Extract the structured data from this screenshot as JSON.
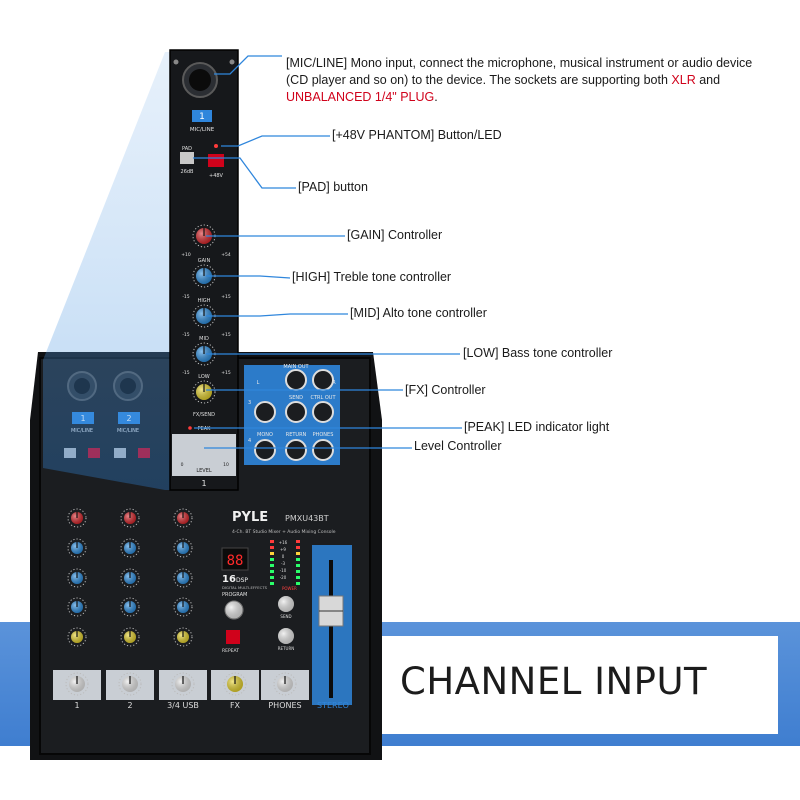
{
  "callouts": {
    "mic_line": {
      "line1": "[MIC/LINE] Mono input, connect the microphone, musical instrument or audio device",
      "line2_pre": "(CD player and so on) to the device. The sockets are supporting both ",
      "xlr": "XLR",
      "line2_post": " and",
      "unbalanced": "UNBALANCED 1/4\" PLUG",
      "period": "."
    },
    "phantom": "[+48V PHANTOM] Button/LED",
    "pad": "[PAD] button",
    "gain": "[GAIN] Controller",
    "high": "[HIGH] Treble tone controller",
    "mid": "[MID] Alto tone controller",
    "low": "[LOW] Bass tone controller",
    "fx": "[FX] Controller",
    "peak": "[PEAK] LED indicator light",
    "level": "Level Controller"
  },
  "banner": {
    "text": "CHANNEL INPUT"
  },
  "strip": {
    "channel_number": "1",
    "mic_line_label": "MIC/LINE",
    "pad_label": "PAD",
    "pad_db": "26dB",
    "phantom_label": "+48V",
    "gain_label": "GAIN",
    "gain_min": "+10",
    "gain_max": "+54",
    "high_label": "HIGH",
    "mid_label": "MID",
    "low_label": "LOW",
    "fx_label": "FX/SEND",
    "peak_label": "PEAK",
    "level_label": "LEVEL",
    "level_min": "0",
    "level_max": "10",
    "eq_min": "-15",
    "eq_max": "+15",
    "footer_number": "1"
  },
  "mixer": {
    "brand": "PYLE",
    "model": "PMXU43BT",
    "description1": "4-Ch. BT Studio Mixer + Audio Mixing Console",
    "dsp_count": "16",
    "dsp_label": "DSP",
    "dsp_sub": "DIGITAL MULTI-EFFECTS",
    "program_label": "PROGRAM",
    "repeat_label": "REPEAT",
    "display_value": "88",
    "power_label": "POWER",
    "send_label": "SEND",
    "return_label": "RETURN",
    "phones_label": "PHONES",
    "stereo_label": "STEREO",
    "main_out_label": "MAIN OUT",
    "ctrl_out_label": "CTRL OUT",
    "mono_label": "MONO",
    "fx_label": "FX",
    "channels": [
      {
        "num": "1",
        "input_label": "MIC/LINE",
        "footer": "1"
      },
      {
        "num": "2",
        "input_label": "MIC/LINE",
        "footer": "2"
      },
      {
        "num": "3/4",
        "input_label": "",
        "footer": "3/4 USB"
      }
    ],
    "ch3": "3",
    "ch4": "4",
    "l_label": "L",
    "r_label": "R",
    "meter_ticks": [
      "+16",
      "+9",
      "0",
      "-3",
      "-10",
      "-20"
    ]
  },
  "colors": {
    "panel": "#151719",
    "highlight": "#2f86dc",
    "highlight_light": "#9cc4ee",
    "banner": "#5b93da",
    "gain_knob": "#d8262b",
    "eq_knob": "#2d8fe0",
    "fx_knob": "#e6d22c",
    "level_knob": "#e9e9e9",
    "phantom_button": "#d0021b"
  }
}
